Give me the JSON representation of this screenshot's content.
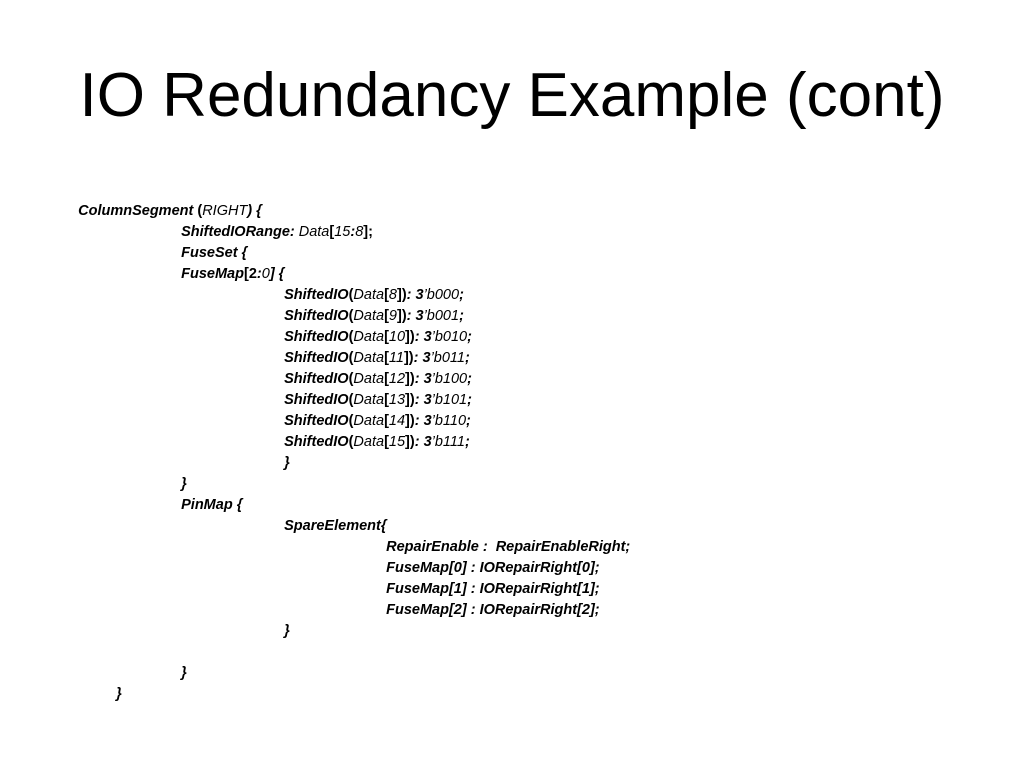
{
  "slide": {
    "title": "IO Redundancy Example (cont)"
  },
  "code": {
    "l1": [
      "ColumnSegment",
      " (",
      "RIGHT",
      ") {"
    ],
    "l2": [
      "ShiftedIORange:",
      " Data",
      "[",
      "15",
      ":",
      "8",
      "];"
    ],
    "l3": [
      "FuseSet {"
    ],
    "l4": [
      "FuseMap",
      "[",
      "2",
      ":",
      "0",
      "] {"
    ],
    "l5": [
      "ShiftedIO",
      "(",
      "Data",
      "[",
      "8",
      "])",
      ": 3",
      "’b000",
      ";"
    ],
    "l6": [
      "ShiftedIO",
      "(",
      "Data",
      "[",
      "9",
      "])",
      ": 3",
      "’b001",
      ";"
    ],
    "l7": [
      "ShiftedIO",
      "(",
      "Data",
      "[",
      "10",
      "])",
      ": 3",
      "’b010",
      ";"
    ],
    "l8": [
      "ShiftedIO",
      "(",
      "Data",
      "[",
      "11",
      "])",
      ": 3",
      "’b011",
      ";"
    ],
    "l9": [
      "ShiftedIO",
      "(",
      "Data",
      "[",
      "12",
      "])",
      ": 3",
      "’b100",
      ";"
    ],
    "l10": [
      "ShiftedIO",
      "(",
      "Data",
      "[",
      "13",
      "])",
      ": 3",
      "’b101",
      ";"
    ],
    "l11": [
      "ShiftedIO",
      "(",
      "Data",
      "[",
      "14",
      "])",
      ": 3",
      "’b110",
      ";"
    ],
    "l12": [
      "ShiftedIO",
      "(",
      "Data",
      "[",
      "15",
      "])",
      ": 3",
      "’b111",
      ";"
    ],
    "l13": [
      "}"
    ],
    "l14": [
      "}"
    ],
    "l15": [
      "PinMap {"
    ],
    "l16": [
      "SpareElement{"
    ],
    "l17": [
      "RepairEnable :  RepairEnableRight;"
    ],
    "l18": [
      "FuseMap[0] : IORepairRight[0];"
    ],
    "l19": [
      "FuseMap[1] : IORepairRight[1];"
    ],
    "l20": [
      "FuseMap[2] : IORepairRight[2];"
    ],
    "l21": [
      "}"
    ],
    "l22": [
      "}"
    ],
    "l23": [
      "}"
    ]
  }
}
